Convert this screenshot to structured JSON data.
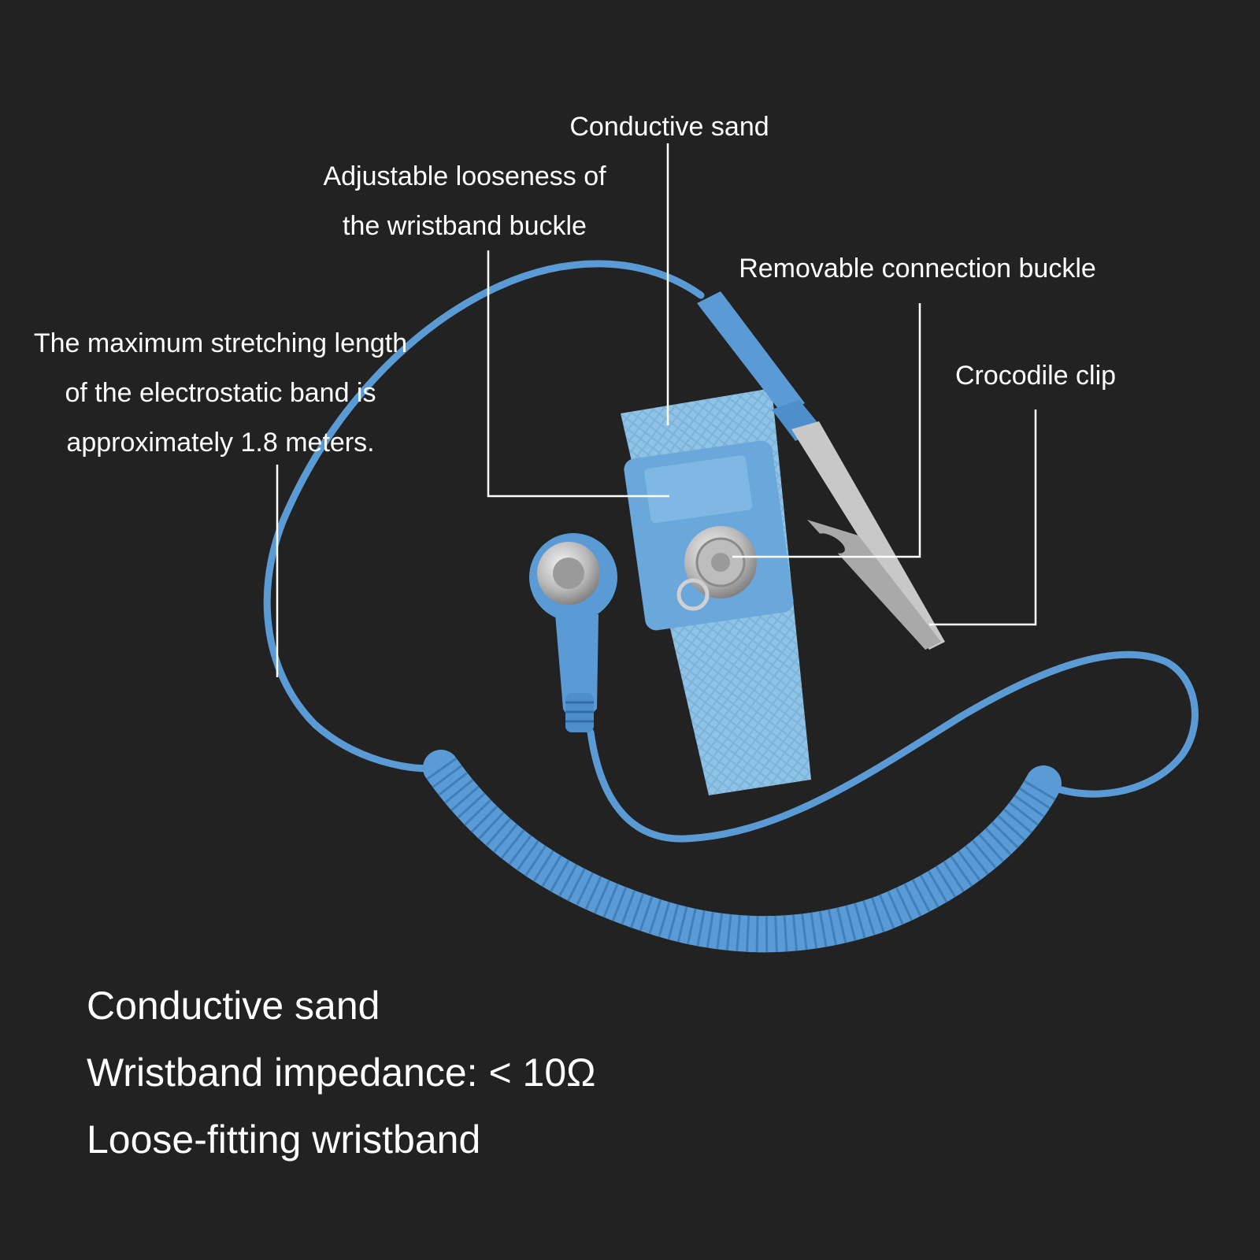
{
  "callouts": {
    "conductive_sand": "Conductive sand",
    "adjustable_looseness": [
      "Adjustable looseness of",
      "the wristband buckle"
    ],
    "removable_buckle": "Removable connection buckle",
    "crocodile_clip": "Crocodile clip",
    "stretch_length": [
      "The maximum stretching length",
      "of the electrostatic band is",
      "approximately 1.8 meters."
    ]
  },
  "specs": [
    "Conductive sand",
    "Wristband impedance: < 10Ω",
    "Loose-fitting wristband"
  ],
  "colors": {
    "background": "#222222",
    "cord": "#5b9bd5",
    "band": "#8ec3e6",
    "metal": "#c8c8c8",
    "text": "#ffffff"
  }
}
